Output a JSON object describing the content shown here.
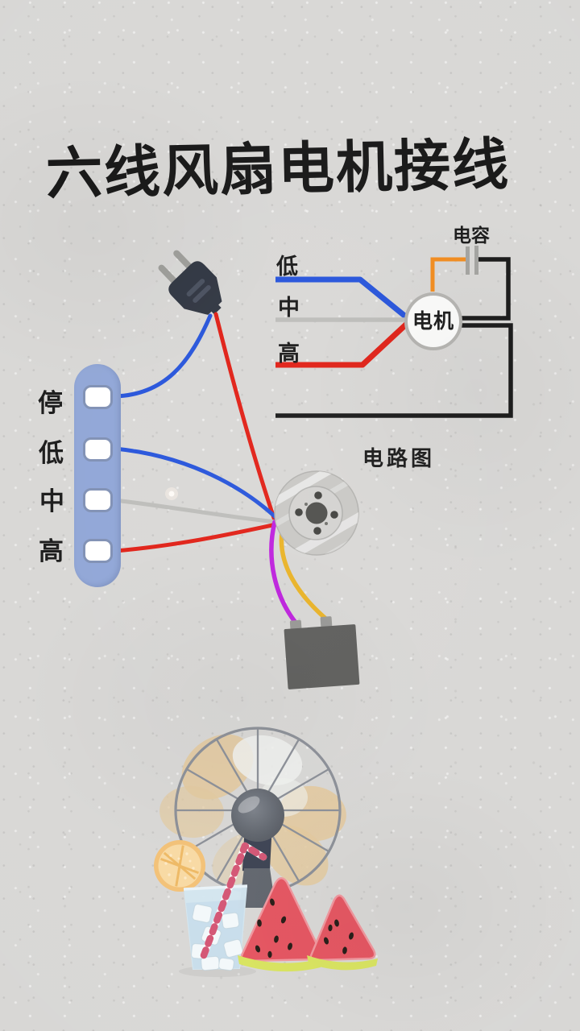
{
  "title": "六线风扇电机接线",
  "circuit_diagram": {
    "caption": "电路图",
    "capacitor_label": "电容",
    "motor_label": "电机",
    "lines": [
      {
        "label": "低",
        "color": "#2452da"
      },
      {
        "label": "中",
        "color": "#bcbcb9"
      },
      {
        "label": "高",
        "color": "#e01d13"
      }
    ],
    "capacitor_wire_color": "#f28a1b",
    "main_wire_color": "#161616"
  },
  "speed_switch": {
    "labels": [
      {
        "text": "停"
      },
      {
        "text": "低"
      },
      {
        "text": "中"
      },
      {
        "text": "高"
      }
    ],
    "body_color": "#8fa5d6",
    "button_count": 4
  },
  "wires": {
    "plug_blue": "#2452da",
    "plug_red": "#e01d13",
    "neutral_gray": "#bcbcb9",
    "capacitor_purple": "#bd1ddd",
    "capacitor_yellow": "#eab223"
  },
  "background_color": "#d8d7d5"
}
